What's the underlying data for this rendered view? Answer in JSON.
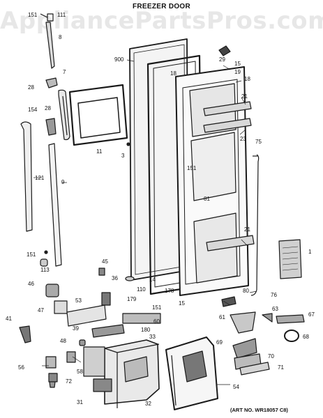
{
  "title": "FREEZER DOOR",
  "watermark": "AppliancePartsPros.com",
  "art_number": "(ART NO. WR18057 C8)",
  "callouts": {
    "c151a": "151",
    "c111": "111",
    "c8": "8",
    "c900": "900",
    "c29": "29",
    "c15a": "15",
    "c19": "19",
    "c18a": "18",
    "c18b": "18",
    "c7": "7",
    "c28a": "28",
    "c21a": "21",
    "c154": "154",
    "c28b": "28",
    "c23": "23",
    "c3": "3",
    "c11": "11",
    "c75": "75",
    "c121": "121",
    "c9": "9",
    "c151b": "151",
    "c81": "81",
    "c21b": "21",
    "c151c": "151",
    "c113": "113",
    "c1": "1",
    "c45": "45",
    "c36": "36",
    "c14": "14",
    "c110": "110",
    "c178": "178",
    "c46": "46",
    "c80": "80",
    "c76": "76",
    "c15b": "15",
    "c179": "179",
    "c151d": "151",
    "c53": "53",
    "c47": "47",
    "c63": "63",
    "c67": "67",
    "c61": "61",
    "c60": "60",
    "c41": "41",
    "c39": "39",
    "c180": "180",
    "c33": "33",
    "c68": "68",
    "c48": "48",
    "c69": "69",
    "c70": "70",
    "c71": "71",
    "c56": "56",
    "c58": "58",
    "c72": "72",
    "c54": "54",
    "c31": "31",
    "c32": "32"
  }
}
